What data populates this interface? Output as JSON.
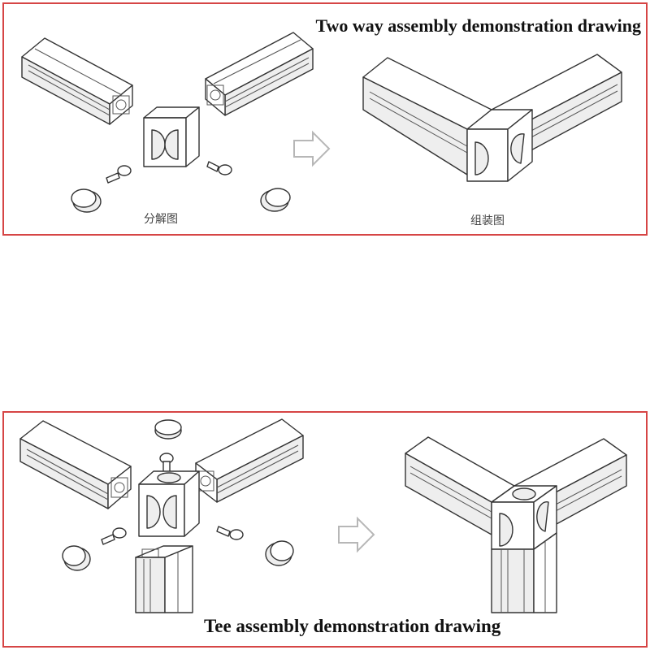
{
  "panels": {
    "two_way": {
      "title": "Two way assembly demonstration drawing",
      "caption_exploded": "分解图",
      "caption_assembled": "组装图"
    },
    "tee": {
      "title": "Tee assembly demonstration drawing"
    }
  },
  "colors": {
    "border": "#d64545",
    "line": "#333333",
    "arrow": "#b7b7b7"
  },
  "icons": {
    "arrow": "right-arrow-outline-icon"
  }
}
